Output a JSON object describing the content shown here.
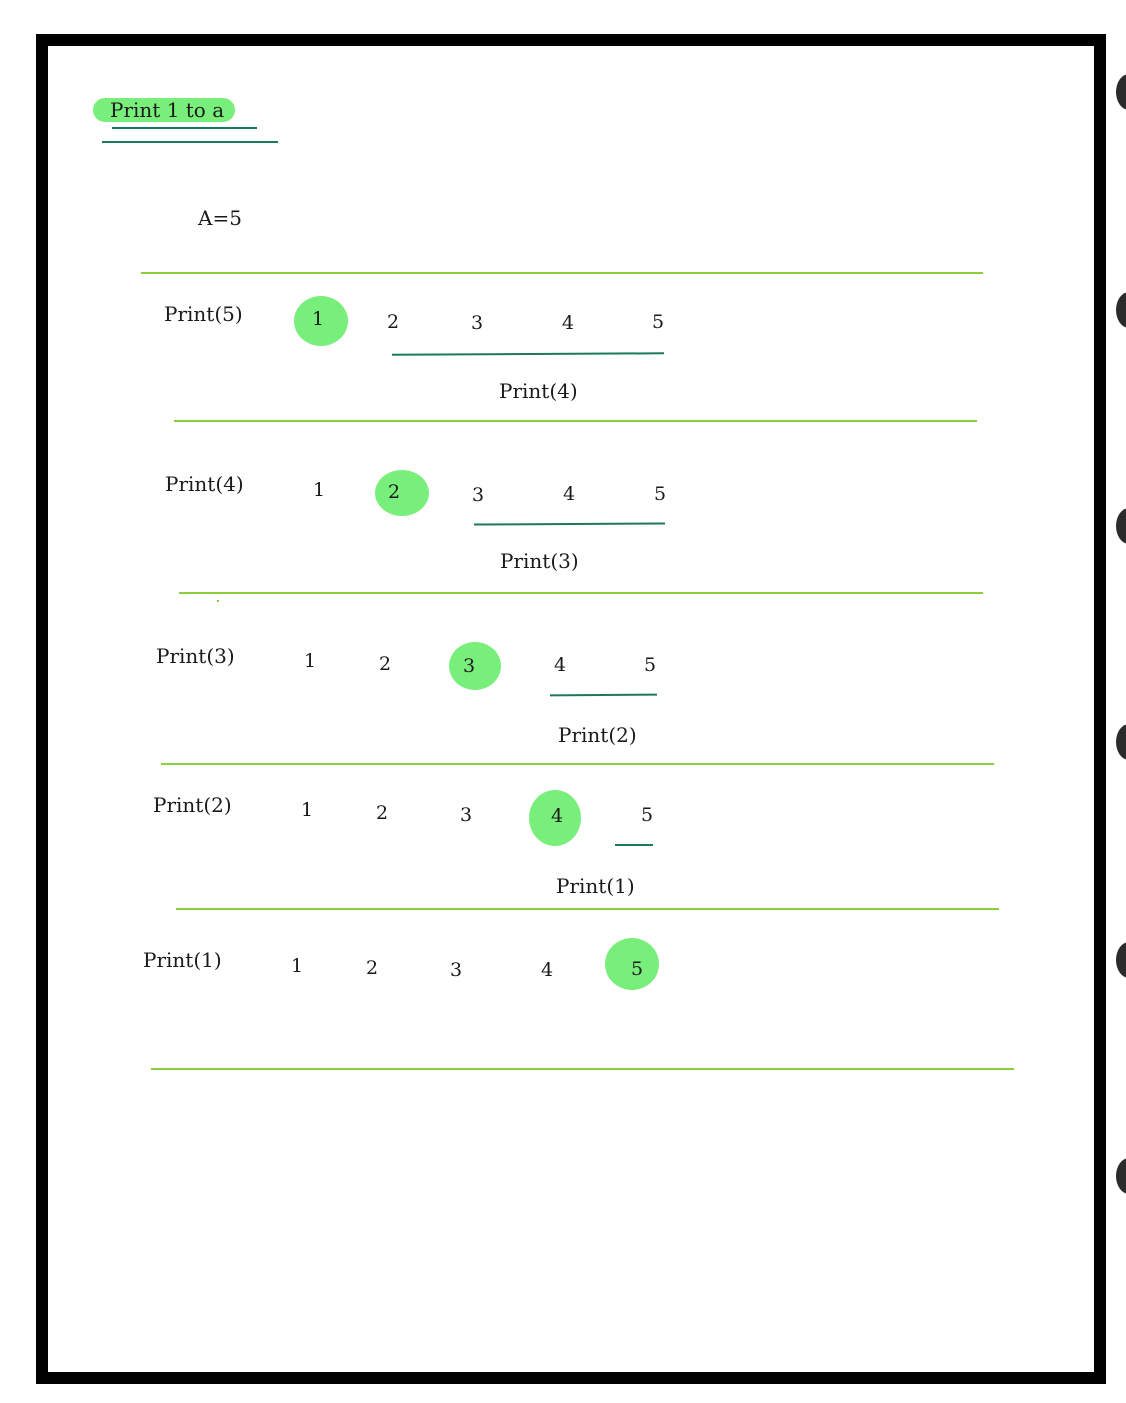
{
  "title": "Print 1 to a",
  "assignment": "A=5",
  "rows": [
    {
      "call": "Print(5)",
      "numbers": [
        "1",
        "2",
        "3",
        "4",
        "5"
      ],
      "highlighted": "1",
      "sub_call": "Print(4)"
    },
    {
      "call": "Print(4)",
      "numbers": [
        "1",
        "2",
        "3",
        "4",
        "5"
      ],
      "highlighted": "2",
      "sub_call": "Print(3)"
    },
    {
      "call": "Print(3)",
      "numbers": [
        "1",
        "2",
        "3",
        "4",
        "5"
      ],
      "highlighted": "3",
      "sub_call": "Print(2)"
    },
    {
      "call": "Print(2)",
      "numbers": [
        "1",
        "2",
        "3",
        "4",
        "5"
      ],
      "highlighted": "4",
      "sub_call": "Print(1)"
    },
    {
      "call": "Print(1)",
      "numbers": [
        "1",
        "2",
        "3",
        "4",
        "5"
      ],
      "highlighted": "5"
    }
  ],
  "colors": {
    "highlight": "#79ef7b",
    "rule": "#8bcf3b",
    "underline": "#1c7a5c",
    "frame": "#000000"
  }
}
